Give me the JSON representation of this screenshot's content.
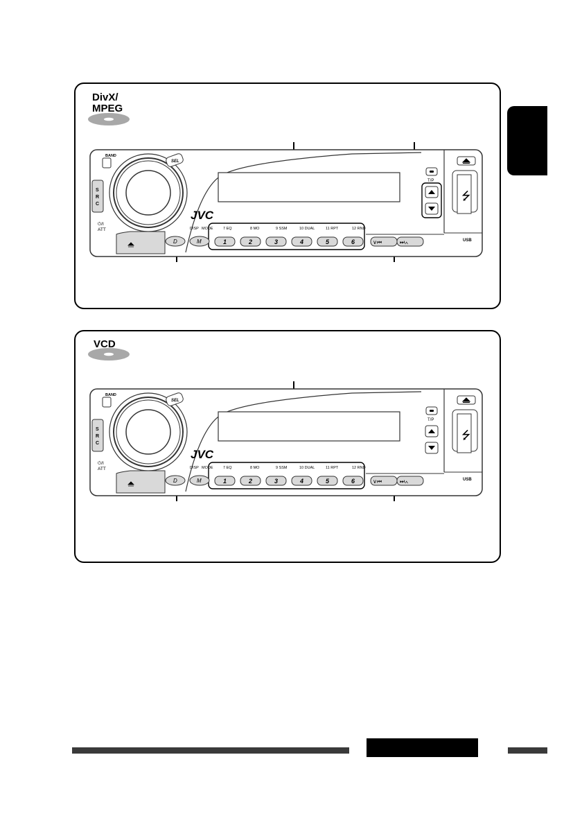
{
  "panels": [
    {
      "disc_logo_lines": [
        "DivX/",
        "MPEG"
      ],
      "buttons": {
        "band": "BAND",
        "sel": "SEL",
        "src": "S R C",
        "power_att_top": "⏻/I",
        "power_att_bottom": "ATT",
        "disp": "DISP",
        "mode": "MODE",
        "d": "D",
        "m": "M",
        "tp": "T/P",
        "usb": "USB",
        "brand": "JVC"
      },
      "preset_labels": [
        "7 EQ",
        "8 MO",
        "9 SSM",
        "10 DUAL",
        "11 RPT",
        "12 RND"
      ],
      "preset_numbers": [
        "1",
        "2",
        "3",
        "4",
        "5",
        "6"
      ]
    },
    {
      "disc_logo_lines": [
        "VCD"
      ],
      "buttons": {
        "band": "BAND",
        "sel": "SEL",
        "src": "S R C",
        "power_att_top": "⏻/I",
        "power_att_bottom": "ATT",
        "disp": "DISP",
        "mode": "MODE",
        "d": "D",
        "m": "M",
        "tp": "T/P",
        "usb": "USB",
        "brand": "JVC"
      },
      "preset_labels": [
        "7 EQ",
        "8 MO",
        "9 SSM",
        "10 DUAL",
        "11 RPT",
        "12 RND"
      ],
      "preset_numbers": [
        "1",
        "2",
        "3",
        "4",
        "5",
        "6"
      ]
    }
  ],
  "colors": {
    "frame": "#000000",
    "panel_line": "#333333",
    "eject_shade": "#d9d9d9",
    "disc_gray": "#a8a8a8"
  }
}
